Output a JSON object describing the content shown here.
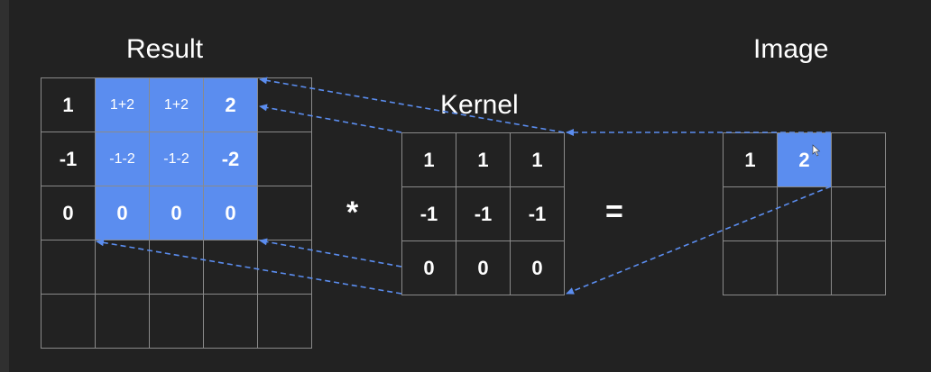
{
  "titles": {
    "result": "Result",
    "kernel": "Kernel",
    "image": "Image"
  },
  "operators": {
    "convolve": "*",
    "equals": "="
  },
  "result_grid": {
    "rows": [
      [
        "1",
        "1+2",
        "1+2",
        "2",
        ""
      ],
      [
        "-1",
        "-1-2",
        "-1-2",
        "-2",
        ""
      ],
      [
        "0",
        "0",
        "0",
        "0",
        ""
      ],
      [
        "",
        "",
        "",
        "",
        ""
      ],
      [
        "",
        "",
        "",
        "",
        ""
      ]
    ],
    "highlighted": [
      [
        0,
        1
      ],
      [
        0,
        2
      ],
      [
        0,
        3
      ],
      [
        1,
        1
      ],
      [
        1,
        2
      ],
      [
        1,
        3
      ],
      [
        2,
        1
      ],
      [
        2,
        2
      ],
      [
        2,
        3
      ]
    ],
    "small_text": [
      [
        0,
        1
      ],
      [
        0,
        2
      ],
      [
        1,
        1
      ],
      [
        1,
        2
      ]
    ]
  },
  "kernel_grid": {
    "rows": [
      [
        "1",
        "1",
        "1"
      ],
      [
        "-1",
        "-1",
        "-1"
      ],
      [
        "0",
        "0",
        "0"
      ]
    ]
  },
  "image_grid": {
    "rows": [
      [
        "1",
        "2",
        ""
      ],
      [
        "",
        "",
        ""
      ],
      [
        "",
        "",
        ""
      ]
    ],
    "highlighted": [
      [
        0,
        1
      ]
    ]
  },
  "colors": {
    "background": "#222222",
    "highlight": "#5b8def",
    "arrow": "#5b8def",
    "grid_line": "#8a8a8a",
    "text": "#ffffff"
  }
}
